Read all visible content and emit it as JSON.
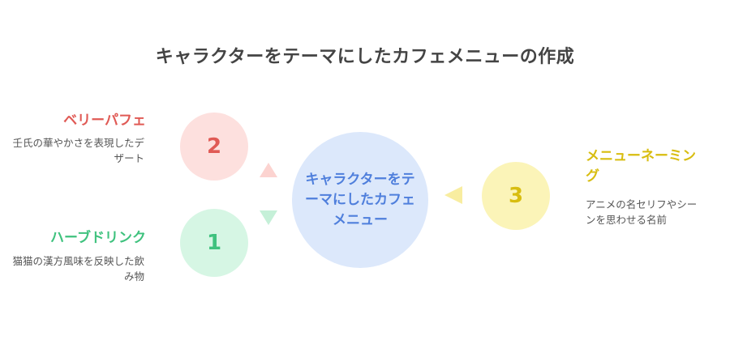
{
  "title": "キャラクターをテーマにしたカフェメニューの作成",
  "center": {
    "label": "キャラクターをテーマにしたカフェメニュー",
    "color": "#4f7fdc",
    "fill": "#dce8fb"
  },
  "items": [
    {
      "number": "1",
      "title": "ハーブドリンク",
      "description": "猫猫の漢方風味を反映した飲み物",
      "color": "#3fc27e",
      "fill": "#d6f6e4"
    },
    {
      "number": "2",
      "title": "ベリーパフェ",
      "description": "壬氏の華やかさを表現したデザート",
      "color": "#e05a55",
      "fill": "#fde0de"
    },
    {
      "number": "3",
      "title": "メニューネーミング",
      "description": "アニメの名セリフやシーンを思わせる名前",
      "color": "#d8bd10",
      "fill": "#fbf4b8"
    }
  ]
}
